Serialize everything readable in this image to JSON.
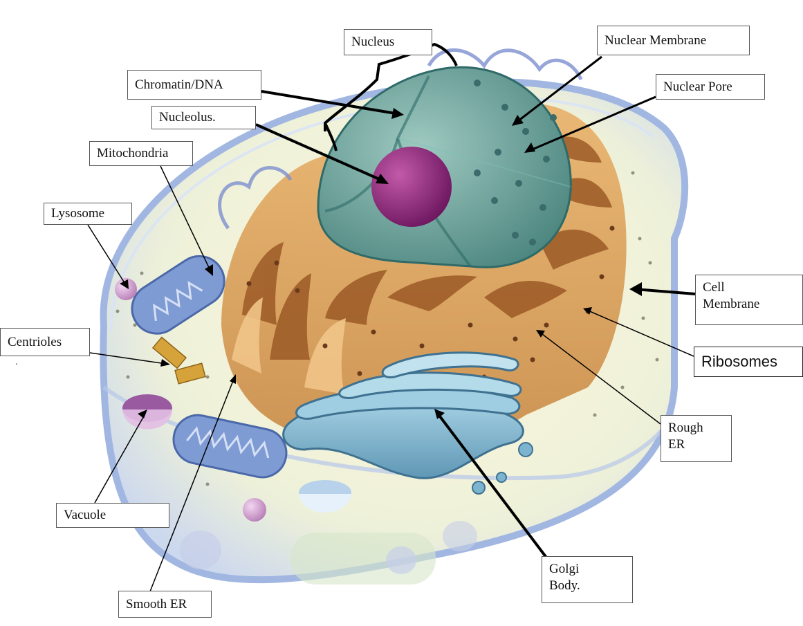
{
  "labels": {
    "nucleus": "Nucleus",
    "nuclear_membrane": "Nuclear Membrane",
    "chromatin": "Chromatin/DNA",
    "nuclear_pore": "Nuclear Pore",
    "nucleolus": "Nucleolus.",
    "mitochondria": "Mitochondria",
    "lysosome": "Lysosome",
    "cell_membrane": "Cell\nMembrane",
    "ribosomes": "Ribosomes",
    "centrioles": "Centrioles",
    "rough_er": "Rough\nER",
    "vacuole": "Vacuole",
    "golgi": "Golgi\nBody.",
    "smooth_er": "Smooth ER"
  },
  "stray_mark": ".",
  "colors": {
    "cytoplasm": "#f3eec9",
    "cell_outline": "#9db4e0",
    "nucleus": "#5e9a95",
    "nucleolus": "#8f1f7a",
    "rough_er": "#d59a52",
    "golgi": "#7cb3cf",
    "mitochondria": "#6e88c4",
    "lysosome": "#c9a0cc"
  }
}
